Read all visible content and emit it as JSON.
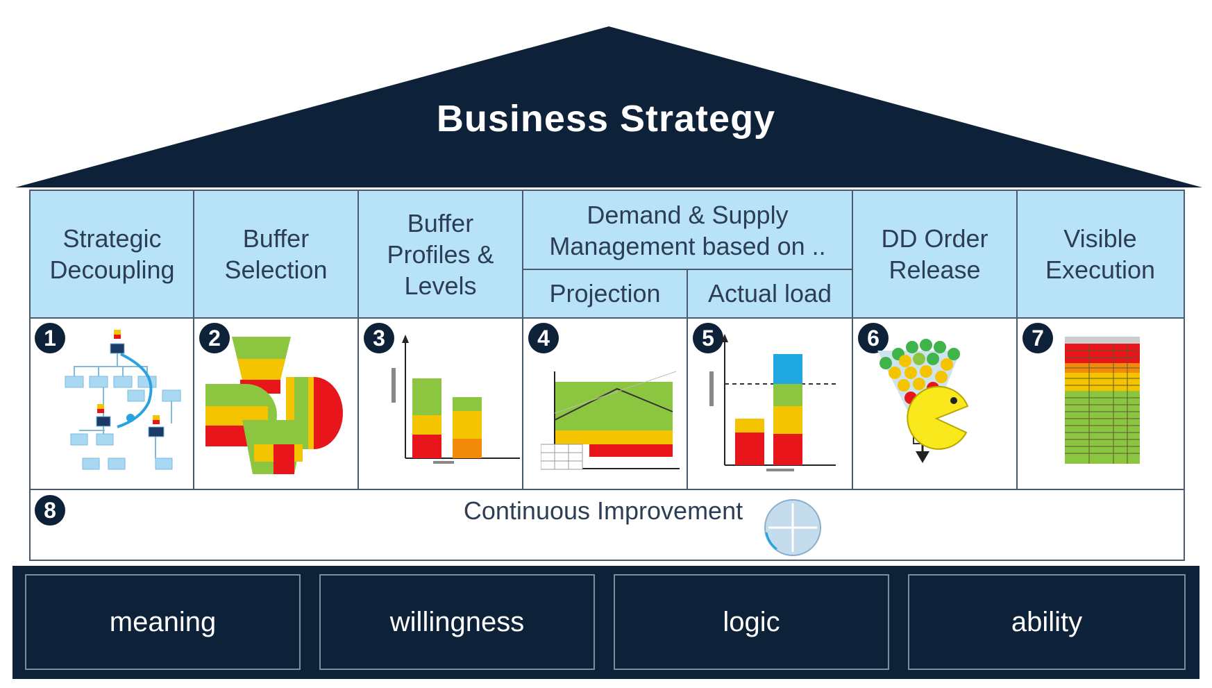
{
  "roof": {
    "title": "Business Strategy"
  },
  "columns": [
    {
      "number": "1",
      "label": "Strategic\nDecoupling"
    },
    {
      "number": "2",
      "label": "Buffer\nSelection"
    },
    {
      "number": "3",
      "label": "Buffer\nProfiles &\nLevels"
    },
    {
      "number": "4",
      "label": "Projection"
    },
    {
      "number": "5",
      "label": "Actual load"
    },
    {
      "number": "6",
      "label": "DD Order\nRelease"
    },
    {
      "number": "7",
      "label": "Visible\nExecution"
    }
  ],
  "demand_supply": {
    "label": "Demand & Supply\nManagement based on .."
  },
  "continuous": {
    "number": "8",
    "label": "Continuous Improvement"
  },
  "pillars": [
    "meaning",
    "willingness",
    "logic",
    "ability"
  ],
  "colors": {
    "navy": "#0d2138",
    "header_blue": "#b8e2f8",
    "red": "#e8151b",
    "yellow": "#f5c400",
    "green": "#8cc641",
    "blue": "#1fa7e1"
  }
}
